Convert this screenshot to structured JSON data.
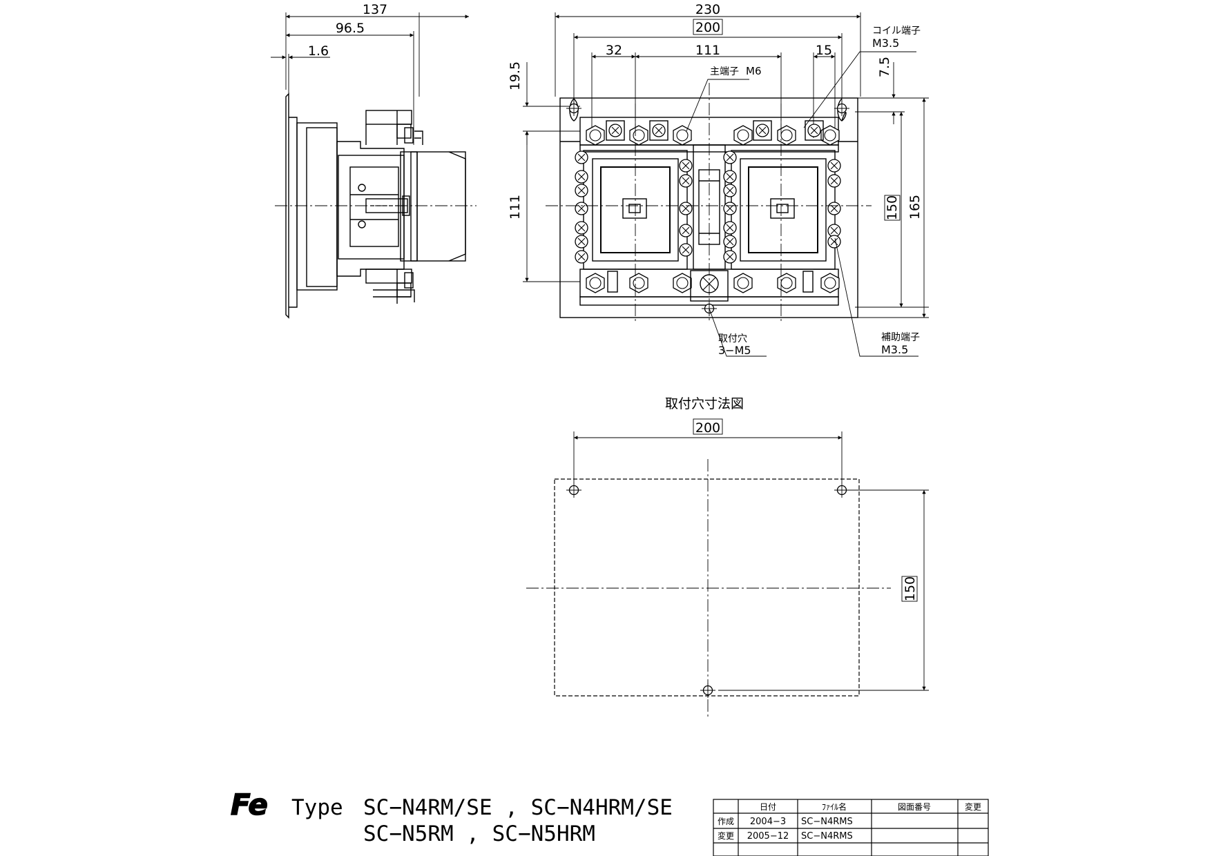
{
  "dimensions": {
    "side_total": "137",
    "side_body": "96.5",
    "side_plate": "1.6",
    "front_width": "230",
    "front_mount_pitch": "200",
    "pole_left": "32",
    "pole_pitch": "111",
    "pole_right": "15",
    "top_offset": "19.5",
    "height_main": "111",
    "coil_offset": "7.5",
    "mount_vertical": "150",
    "total_height": "165",
    "hole_pitch_x": "200",
    "hole_pitch_y": "150"
  },
  "labels": {
    "coil_terminal": "コイル端子",
    "coil_terminal_size": "M3.5",
    "main_terminal": "主端子",
    "main_terminal_size": "M6",
    "mount_hole": "取付穴",
    "mount_hole_size": "3−M5",
    "aux_terminal": "補助端子",
    "aux_terminal_size": "M3.5",
    "hole_drawing_title": "取付穴寸法図"
  },
  "title_block": {
    "logo": "Fe",
    "type_prefix": "Type",
    "models_line1": "SC−N4RM/SE , SC−N4HRM/SE",
    "models_line2": "SC−N5RM , SC−N5HRM",
    "headers": [
      "日付",
      "ﾌｧｲﾙ名",
      "図面番号",
      "変更"
    ],
    "rows": [
      {
        "label": "作成",
        "date": "2004−3",
        "file": "SC−N4RMS",
        "drawing_no": "",
        "change": ""
      },
      {
        "label": "変更",
        "date": "2005−12",
        "file": "SC−N4RMS",
        "drawing_no": "",
        "change": ""
      },
      {
        "label": "",
        "date": "",
        "file": "",
        "drawing_no": "",
        "change": ""
      }
    ]
  }
}
